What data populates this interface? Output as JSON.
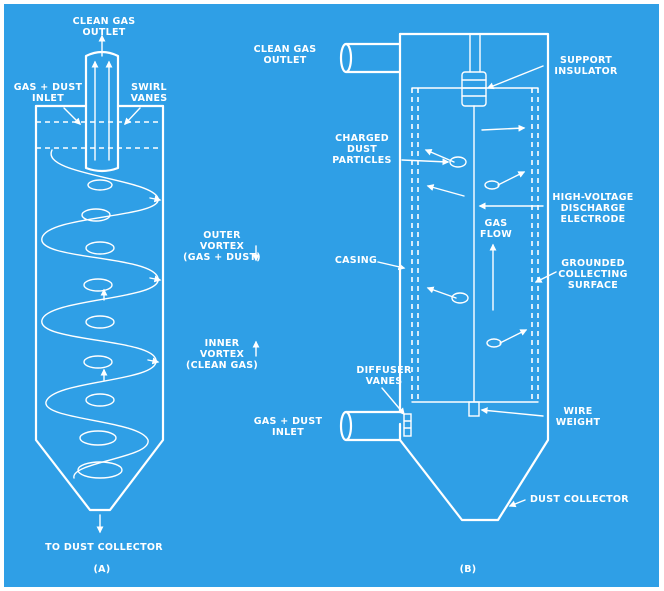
{
  "diagram_a": {
    "clean_gas_outlet": [
      "CLEAN GAS",
      "OUTLET"
    ],
    "gas_dust_inlet": [
      "GAS + DUST",
      "INLET"
    ],
    "swirl_vanes": [
      "SWIRL",
      "VANES"
    ],
    "outer_vortex": [
      "OUTER",
      "VORTEX",
      "(GAS + DUST)"
    ],
    "inner_vortex": [
      "INNER",
      "VORTEX",
      "(CLEAN GAS)"
    ],
    "to_dust_collector": "TO DUST COLLECTOR",
    "caption": "(A)"
  },
  "diagram_b": {
    "clean_gas_outlet": [
      "CLEAN GAS",
      "OUTLET"
    ],
    "support_insulator": [
      "SUPPORT",
      "INSULATOR"
    ],
    "charged_dust_particles": [
      "CHARGED",
      "DUST",
      "PARTICLES"
    ],
    "discharge_electrode": [
      "HIGH-VOLTAGE",
      "DISCHARGE",
      "ELECTRODE"
    ],
    "gas_flow": [
      "GAS",
      "FLOW"
    ],
    "casing": "CASING",
    "grounded_collecting_surface": [
      "GROUNDED",
      "COLLECTING",
      "SURFACE"
    ],
    "diffuser_vanes": [
      "DIFFUSER",
      "VANES"
    ],
    "gas_dust_inlet": [
      "GAS + DUST",
      "INLET"
    ],
    "wire_weight": [
      "WIRE",
      "WEIGHT"
    ],
    "dust_collector": "DUST COLLECTOR",
    "caption": "(B)"
  },
  "colors": {
    "background": "#2f9fe6",
    "line": "#ffffff",
    "page": "#ffffff"
  }
}
